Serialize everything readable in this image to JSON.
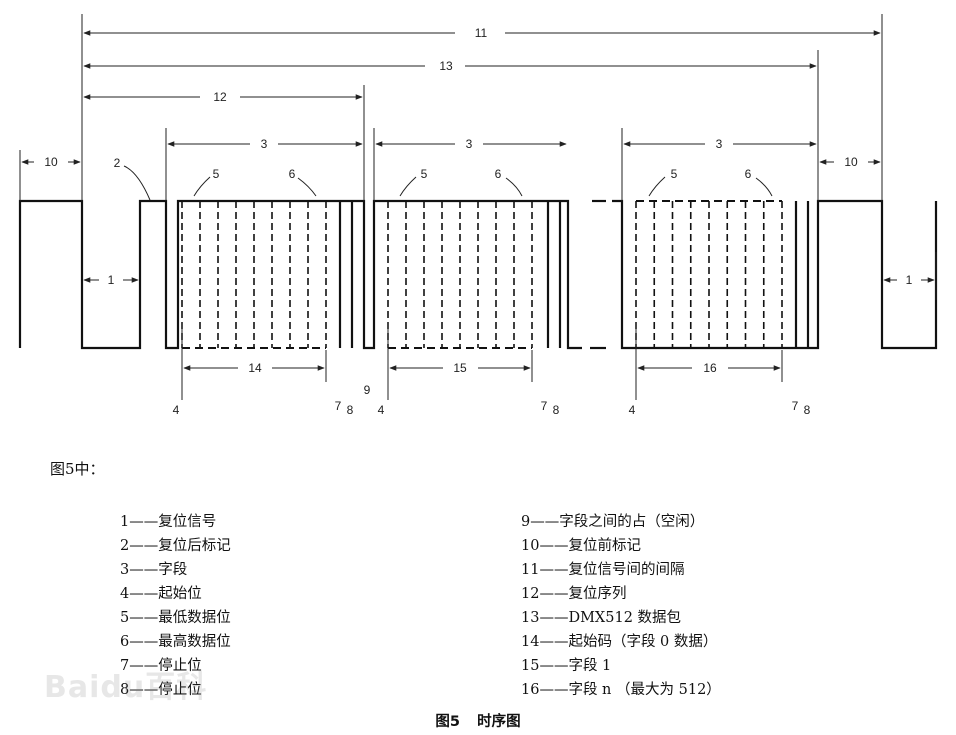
{
  "figure": {
    "labels": {
      "n1": "1",
      "n2": "2",
      "n3": "3",
      "n4": "4",
      "n5": "5",
      "n6": "6",
      "n7": "7",
      "n8": "8",
      "n9": "9",
      "n10": "10",
      "n11": "11",
      "n12": "12",
      "n13": "13",
      "n14": "14",
      "n15": "15",
      "n16": "16"
    }
  },
  "intro": "图5中：",
  "legend": {
    "left": [
      "1——复位信号",
      "2——复位后标记",
      "3——字段",
      "4——起始位",
      "5——最低数据位",
      "6——最高数据位",
      "7——停止位",
      "8——停止位"
    ],
    "right": [
      "9——字段之间的占（空闲）",
      "10——复位前标记",
      "11——复位信号间的间隔",
      "12——复位序列",
      "13——DMX512 数据包",
      "14——起始码（字段 0 数据）",
      "15——字段 1",
      "16——字段 n （最大为 512）"
    ]
  },
  "caption": {
    "figure_no": "图5",
    "title": "时序图"
  },
  "watermark": "Baidu百科"
}
